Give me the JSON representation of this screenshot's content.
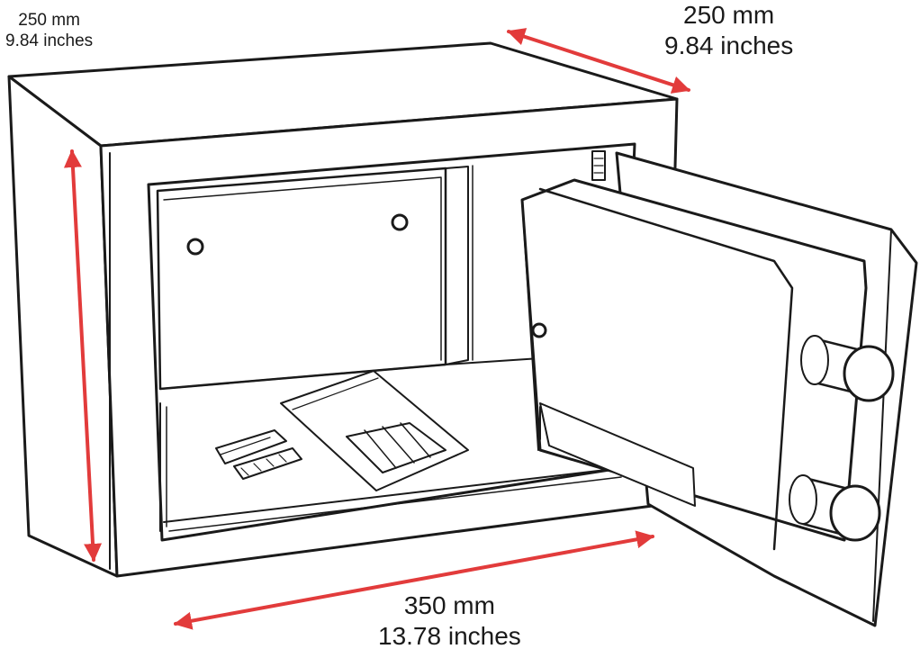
{
  "dimensions": {
    "height": {
      "mm": "250 mm",
      "inches": "9.84 inches"
    },
    "depth": {
      "mm": "250 mm",
      "inches": "9.84 inches"
    },
    "width": {
      "mm": "350 mm",
      "inches": "13.78 inches"
    }
  },
  "colors": {
    "arrow": "#e23b3b",
    "outline": "#1a1a1a"
  }
}
